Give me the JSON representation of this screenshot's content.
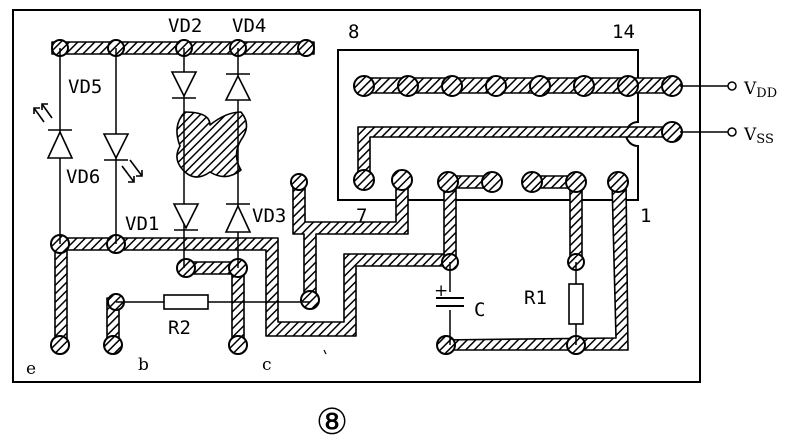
{
  "labels": {
    "vd2": "VD2",
    "vd4": "VD4",
    "vd5": "VD5",
    "vd6": "VD6",
    "vd1": "VD1",
    "vd3": "VD3",
    "r1": "R1",
    "r2": "R2",
    "c": "C",
    "cap_plus": "+",
    "pin8": "8",
    "pin14": "14",
    "pin7": "7",
    "pin1": "1",
    "vdd_main": "V",
    "vdd_sub": "DD",
    "vss_main": "V",
    "vss_sub": "SS",
    "term_e": "e",
    "term_b": "b",
    "term_c": "c",
    "figure_number": "⑧"
  }
}
